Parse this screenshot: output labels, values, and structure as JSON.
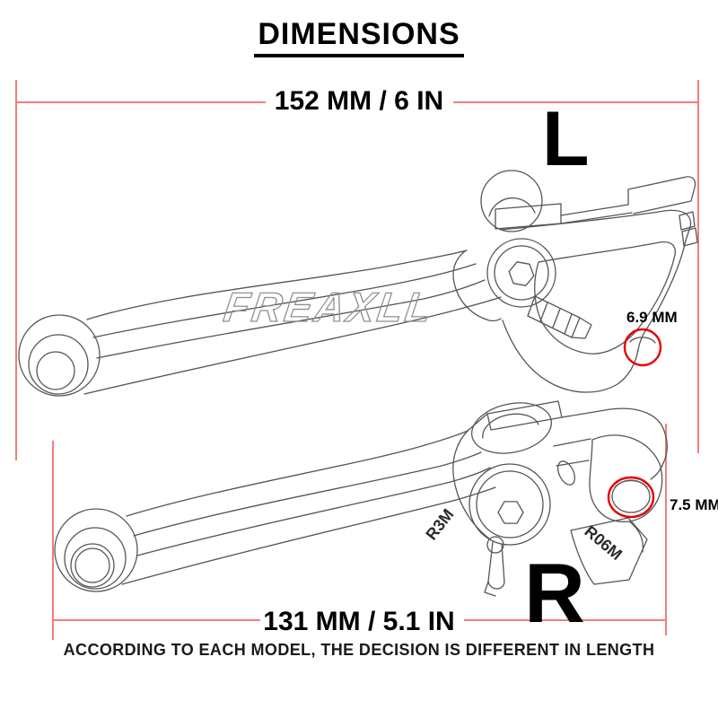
{
  "title": "DIMENSIONS",
  "dimensions": {
    "top_length": "152 MM / 6 IN",
    "bottom_length": "131 MM / 5.1 IN",
    "top_hole_diameter": "6.9 MM",
    "bottom_hole_diameter": "7.5 MM"
  },
  "labels": {
    "left_lever": "L",
    "right_lever": "R",
    "blade_marking_top": "R3M",
    "blade_marking_bottom": "R06M"
  },
  "watermark": "FREAXLL",
  "note": "ACCORDING TO EACH MODEL, THE DECISION IS DIFFERENT IN LENGTH",
  "colors": {
    "dimension_line": "#f47c7c",
    "hole_highlight": "#e60000",
    "line_art": "#555555",
    "text": "#000000",
    "watermark": "#8f8f8f"
  }
}
